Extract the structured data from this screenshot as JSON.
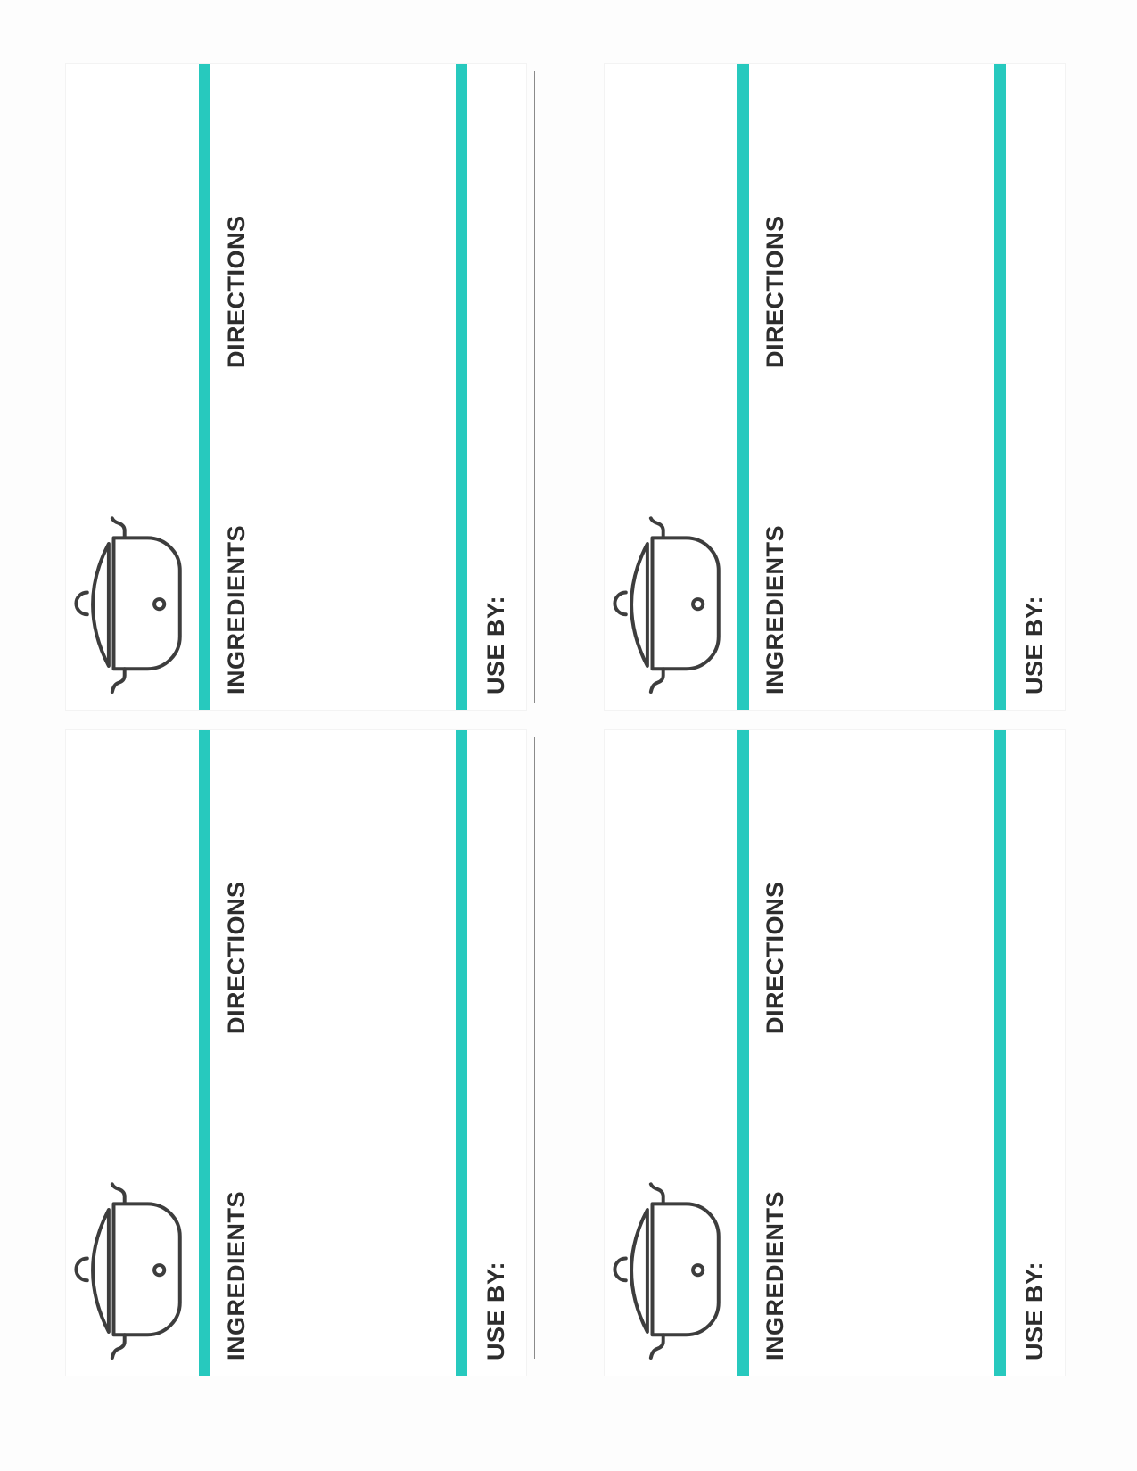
{
  "accent_color": "#27c9be",
  "cards": [
    {
      "icon": "covered-pot-icon",
      "ingredients_label": "INGREDIENTS",
      "directions_label": "DIRECTIONS",
      "use_by_label": "USE BY:"
    },
    {
      "icon": "covered-pot-icon",
      "ingredients_label": "INGREDIENTS",
      "directions_label": "DIRECTIONS",
      "use_by_label": "USE BY:"
    },
    {
      "icon": "covered-pot-icon",
      "ingredients_label": "INGREDIENTS",
      "directions_label": "DIRECTIONS",
      "use_by_label": "USE BY:"
    },
    {
      "icon": "covered-pot-icon",
      "ingredients_label": "INGREDIENTS",
      "directions_label": "DIRECTIONS",
      "use_by_label": "USE BY:"
    }
  ]
}
